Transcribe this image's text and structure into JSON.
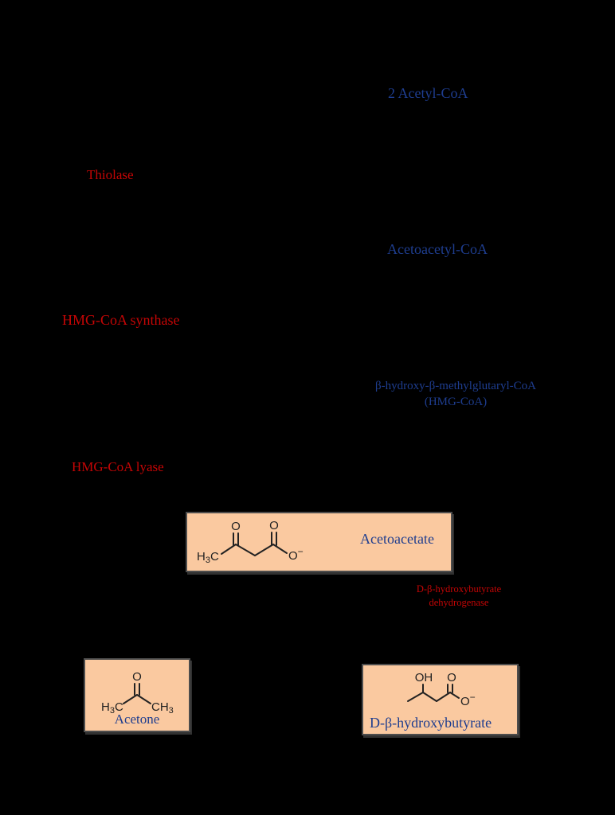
{
  "colors": {
    "background": "#000000",
    "metabolite_blue": "#1e3d8f",
    "enzyme_red": "#c50505",
    "box_fill": "#fac9a0",
    "box_border": "#4d4d4d",
    "structure_ink": "#222222"
  },
  "pathway": {
    "metabolites": {
      "acetyl_coa": "2 Acetyl-CoA",
      "acetoacetyl_coa": "Acetoacetyl-CoA",
      "hmg_coa_line1": "β-hydroxy-β-methylglutaryl-CoA",
      "hmg_coa_line2": "(HMG-CoA)"
    },
    "enzymes": {
      "thiolase": "Thiolase",
      "hmg_coa_synthase": "HMG-CoA synthase",
      "hmg_coa_lyase": "HMG-CoA lyase",
      "bhb_dehydrogenase_line1": "D-β-hydroxybutyrate",
      "bhb_dehydrogenase_line2": "dehydrogenase"
    },
    "products": {
      "acetoacetate": "Acetoacetate",
      "acetone": "Acetone",
      "d_b_hydroxybutyrate": "D-β-hydroxybutyrate"
    }
  },
  "chem": {
    "H": "H",
    "three": "3",
    "C": "C",
    "CH": "CH",
    "O": "O",
    "OH": "OH",
    "minus": "−"
  }
}
